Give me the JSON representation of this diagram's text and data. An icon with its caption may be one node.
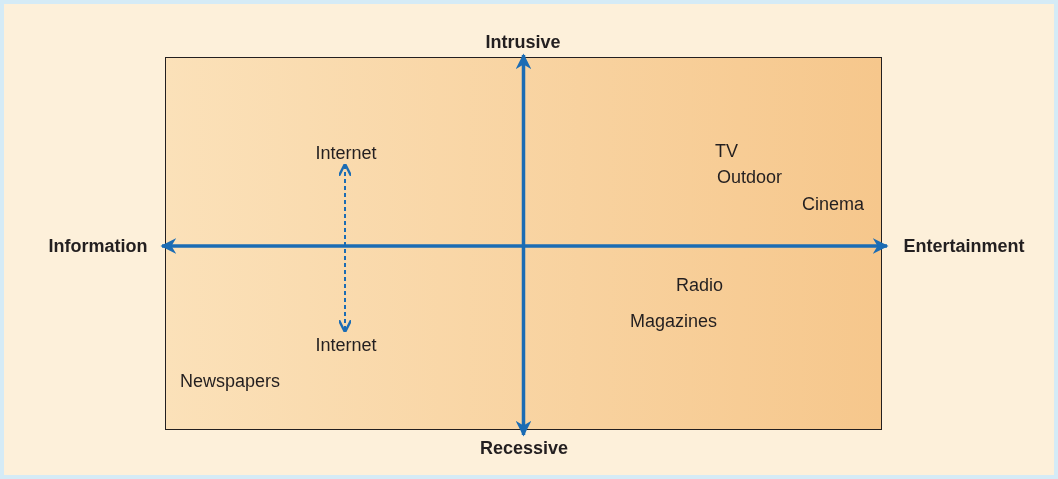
{
  "diagram": {
    "nodes": [
      {
        "text": [
          "Intrusive"
        ]
      },
      {
        "text": [],
        "shape": "box"
      },
      {
        "text": [
          "Internet"
        ],
        "in": 1
      },
      {
        "text": [
          "Information"
        ]
      },
      {
        "text": [
          "Entertainment"
        ]
      },
      {
        "text": [
          "Internet"
        ],
        "in": 1
      },
      {
        "text": [
          "Recessive"
        ]
      }
    ],
    "edges": [
      {
        "from": 0,
        "to": 6,
        "arrow": "both"
      },
      {
        "from": 3,
        "to": 4,
        "arrow": "both"
      },
      {
        "from": 2,
        "to": 5,
        "arrow": "both",
        "style": "dashed"
      }
    ],
    "labels": [
      "TV",
      "Outdoor",
      "Cinema",
      "Radio",
      "Magazines",
      "Newspapers"
    ]
  }
}
